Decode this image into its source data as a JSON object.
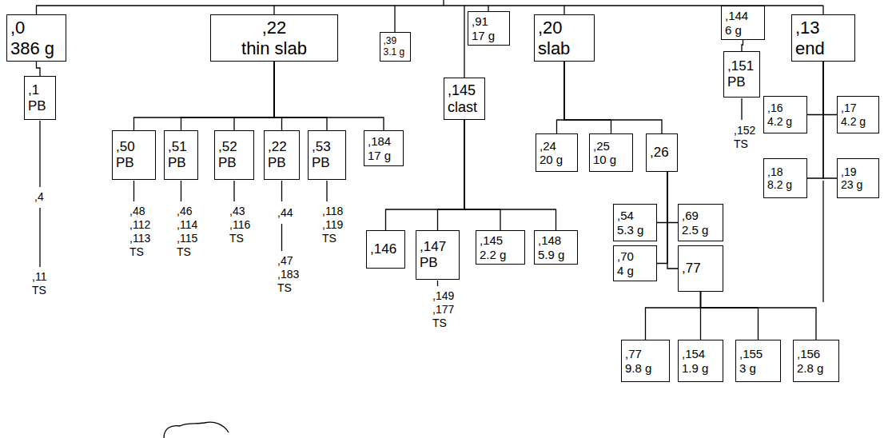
{
  "diagram": {
    "nodes": [
      {
        "text": [
          ",0",
          "386 g"
        ]
      },
      {
        "text": [
          ",22",
          "thin slab"
        ]
      },
      {
        "text": [
          ",39",
          "3.1 g"
        ]
      },
      {
        "text": [
          ",91",
          "17 g"
        ]
      },
      {
        "text": [
          ",20",
          "slab"
        ]
      },
      {
        "text": [
          ",144",
          "6 g"
        ]
      },
      {
        "text": [
          ",13",
          "end"
        ]
      },
      {
        "text": [
          ",1",
          "PB"
        ]
      },
      {
        "text": [
          ",145",
          "clast"
        ]
      },
      {
        "text": [
          ",151",
          "PB"
        ]
      },
      {
        "text": [
          ",16",
          "4.2 g"
        ]
      },
      {
        "text": [
          ",17",
          "4.2 g"
        ]
      },
      {
        "text": [
          ",50",
          "PB"
        ]
      },
      {
        "text": [
          ",51",
          "PB"
        ]
      },
      {
        "text": [
          ",52",
          "PB"
        ]
      },
      {
        "text": [
          ",22",
          "PB"
        ]
      },
      {
        "text": [
          ",53",
          "PB"
        ]
      },
      {
        "text": [
          ",184",
          "17 g"
        ]
      },
      {
        "text": [
          ",24",
          "20 g"
        ]
      },
      {
        "text": [
          ",25",
          "10 g"
        ]
      },
      {
        "text": [
          ",26"
        ]
      },
      {
        "text": [
          ",18",
          "8.2 g"
        ]
      },
      {
        "text": [
          ",19",
          "23 g"
        ]
      },
      {
        "text": [
          ",54",
          "5.3 g"
        ]
      },
      {
        "text": [
          ",69",
          "2.5 g"
        ]
      },
      {
        "text": [
          ",146"
        ]
      },
      {
        "text": [
          ",147",
          "PB"
        ]
      },
      {
        "text": [
          ",145",
          "2.2 g"
        ]
      },
      {
        "text": [
          ",148",
          "5.9 g"
        ]
      },
      {
        "text": [
          ",70",
          "4 g"
        ]
      },
      {
        "text": [
          ",77"
        ]
      },
      {
        "text": [
          ",77",
          "9.8 g"
        ]
      },
      {
        "text": [
          ",154",
          "1.9 g"
        ]
      },
      {
        "text": [
          ",155",
          "3 g"
        ]
      },
      {
        "text": [
          ",156",
          "2.8 g"
        ]
      }
    ],
    "edges": [
      {
        "from": 0,
        "to": 7,
        "arrow": "none"
      },
      {
        "from": 1,
        "to": 12,
        "arrow": "none"
      },
      {
        "from": 1,
        "to": 13,
        "arrow": "none"
      },
      {
        "from": 1,
        "to": 14,
        "arrow": "none"
      },
      {
        "from": 1,
        "to": 15,
        "arrow": "none"
      },
      {
        "from": 1,
        "to": 16,
        "arrow": "none"
      },
      {
        "from": 1,
        "to": 17,
        "arrow": "none"
      },
      {
        "from": 8,
        "to": 25,
        "arrow": "none"
      },
      {
        "from": 8,
        "to": 26,
        "arrow": "none"
      },
      {
        "from": 8,
        "to": 27,
        "arrow": "none"
      },
      {
        "from": 8,
        "to": 28,
        "arrow": "none"
      },
      {
        "from": 4,
        "to": 18,
        "arrow": "none"
      },
      {
        "from": 4,
        "to": 19,
        "arrow": "none"
      },
      {
        "from": 4,
        "to": 20,
        "arrow": "none"
      },
      {
        "from": 20,
        "to": 23,
        "arrow": "none"
      },
      {
        "from": 20,
        "to": 24,
        "arrow": "none"
      },
      {
        "from": 20,
        "to": 29,
        "arrow": "none"
      },
      {
        "from": 20,
        "to": 30,
        "arrow": "none"
      },
      {
        "from": 30,
        "to": 31,
        "arrow": "none"
      },
      {
        "from": 30,
        "to": 32,
        "arrow": "none"
      },
      {
        "from": 30,
        "to": 33,
        "arrow": "none"
      },
      {
        "from": 30,
        "to": 34,
        "arrow": "none"
      },
      {
        "from": 5,
        "to": 9,
        "arrow": "none"
      },
      {
        "from": 6,
        "to": 10,
        "arrow": "none"
      },
      {
        "from": 6,
        "to": 11,
        "arrow": "none"
      },
      {
        "from": 6,
        "to": 21,
        "arrow": "none"
      },
      {
        "from": 6,
        "to": 22,
        "arrow": "none"
      }
    ],
    "labels": [
      ",4",
      ",11 TS",
      ",48 ,112 ,113 TS",
      ",46 ,114 ,115 TS",
      ",43 ,116 TS",
      ",44",
      ",47 ,183 TS",
      ",118 ,119 TS",
      ",149 ,177 TS",
      ",152 TS"
    ]
  }
}
